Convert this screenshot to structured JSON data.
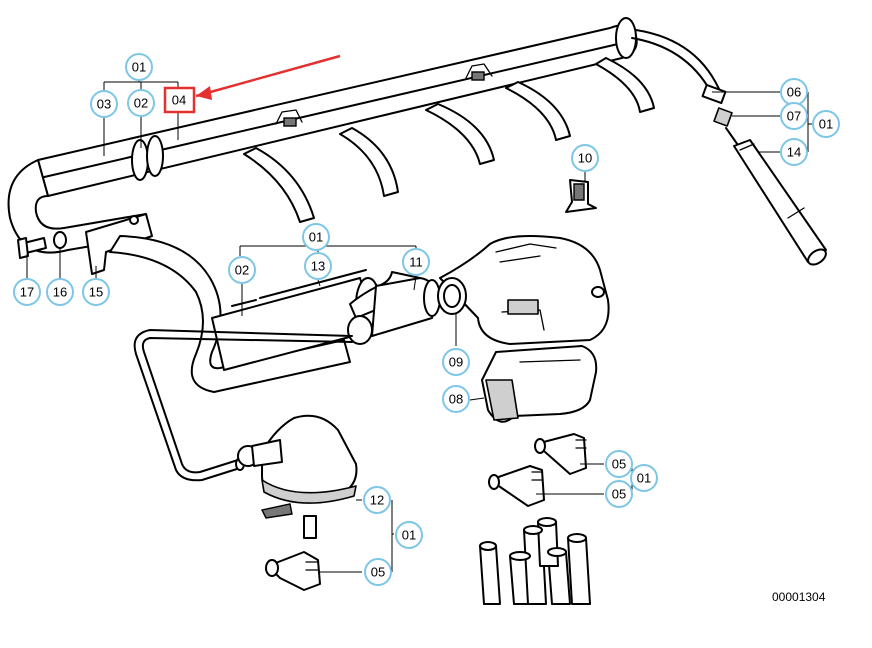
{
  "diagram_id": "00001304",
  "highlight_color": "#e53030",
  "callout_color": "#7ec6e6",
  "callouts": {
    "c01_top": "01",
    "c03": "03",
    "c02_top": "02",
    "c04": "04",
    "c06": "06",
    "c07": "07",
    "c01_right": "01",
    "c14": "14",
    "c10": "10",
    "c01_mid": "01",
    "c02_mid": "02",
    "c13": "13",
    "c11": "11",
    "c17": "17",
    "c16": "16",
    "c15": "15",
    "c09": "09",
    "c08": "08",
    "c05_a": "05",
    "c01_lowright": "01",
    "c05_b": "05",
    "c12": "12",
    "c01_bottom": "01",
    "c05_c": "05"
  }
}
